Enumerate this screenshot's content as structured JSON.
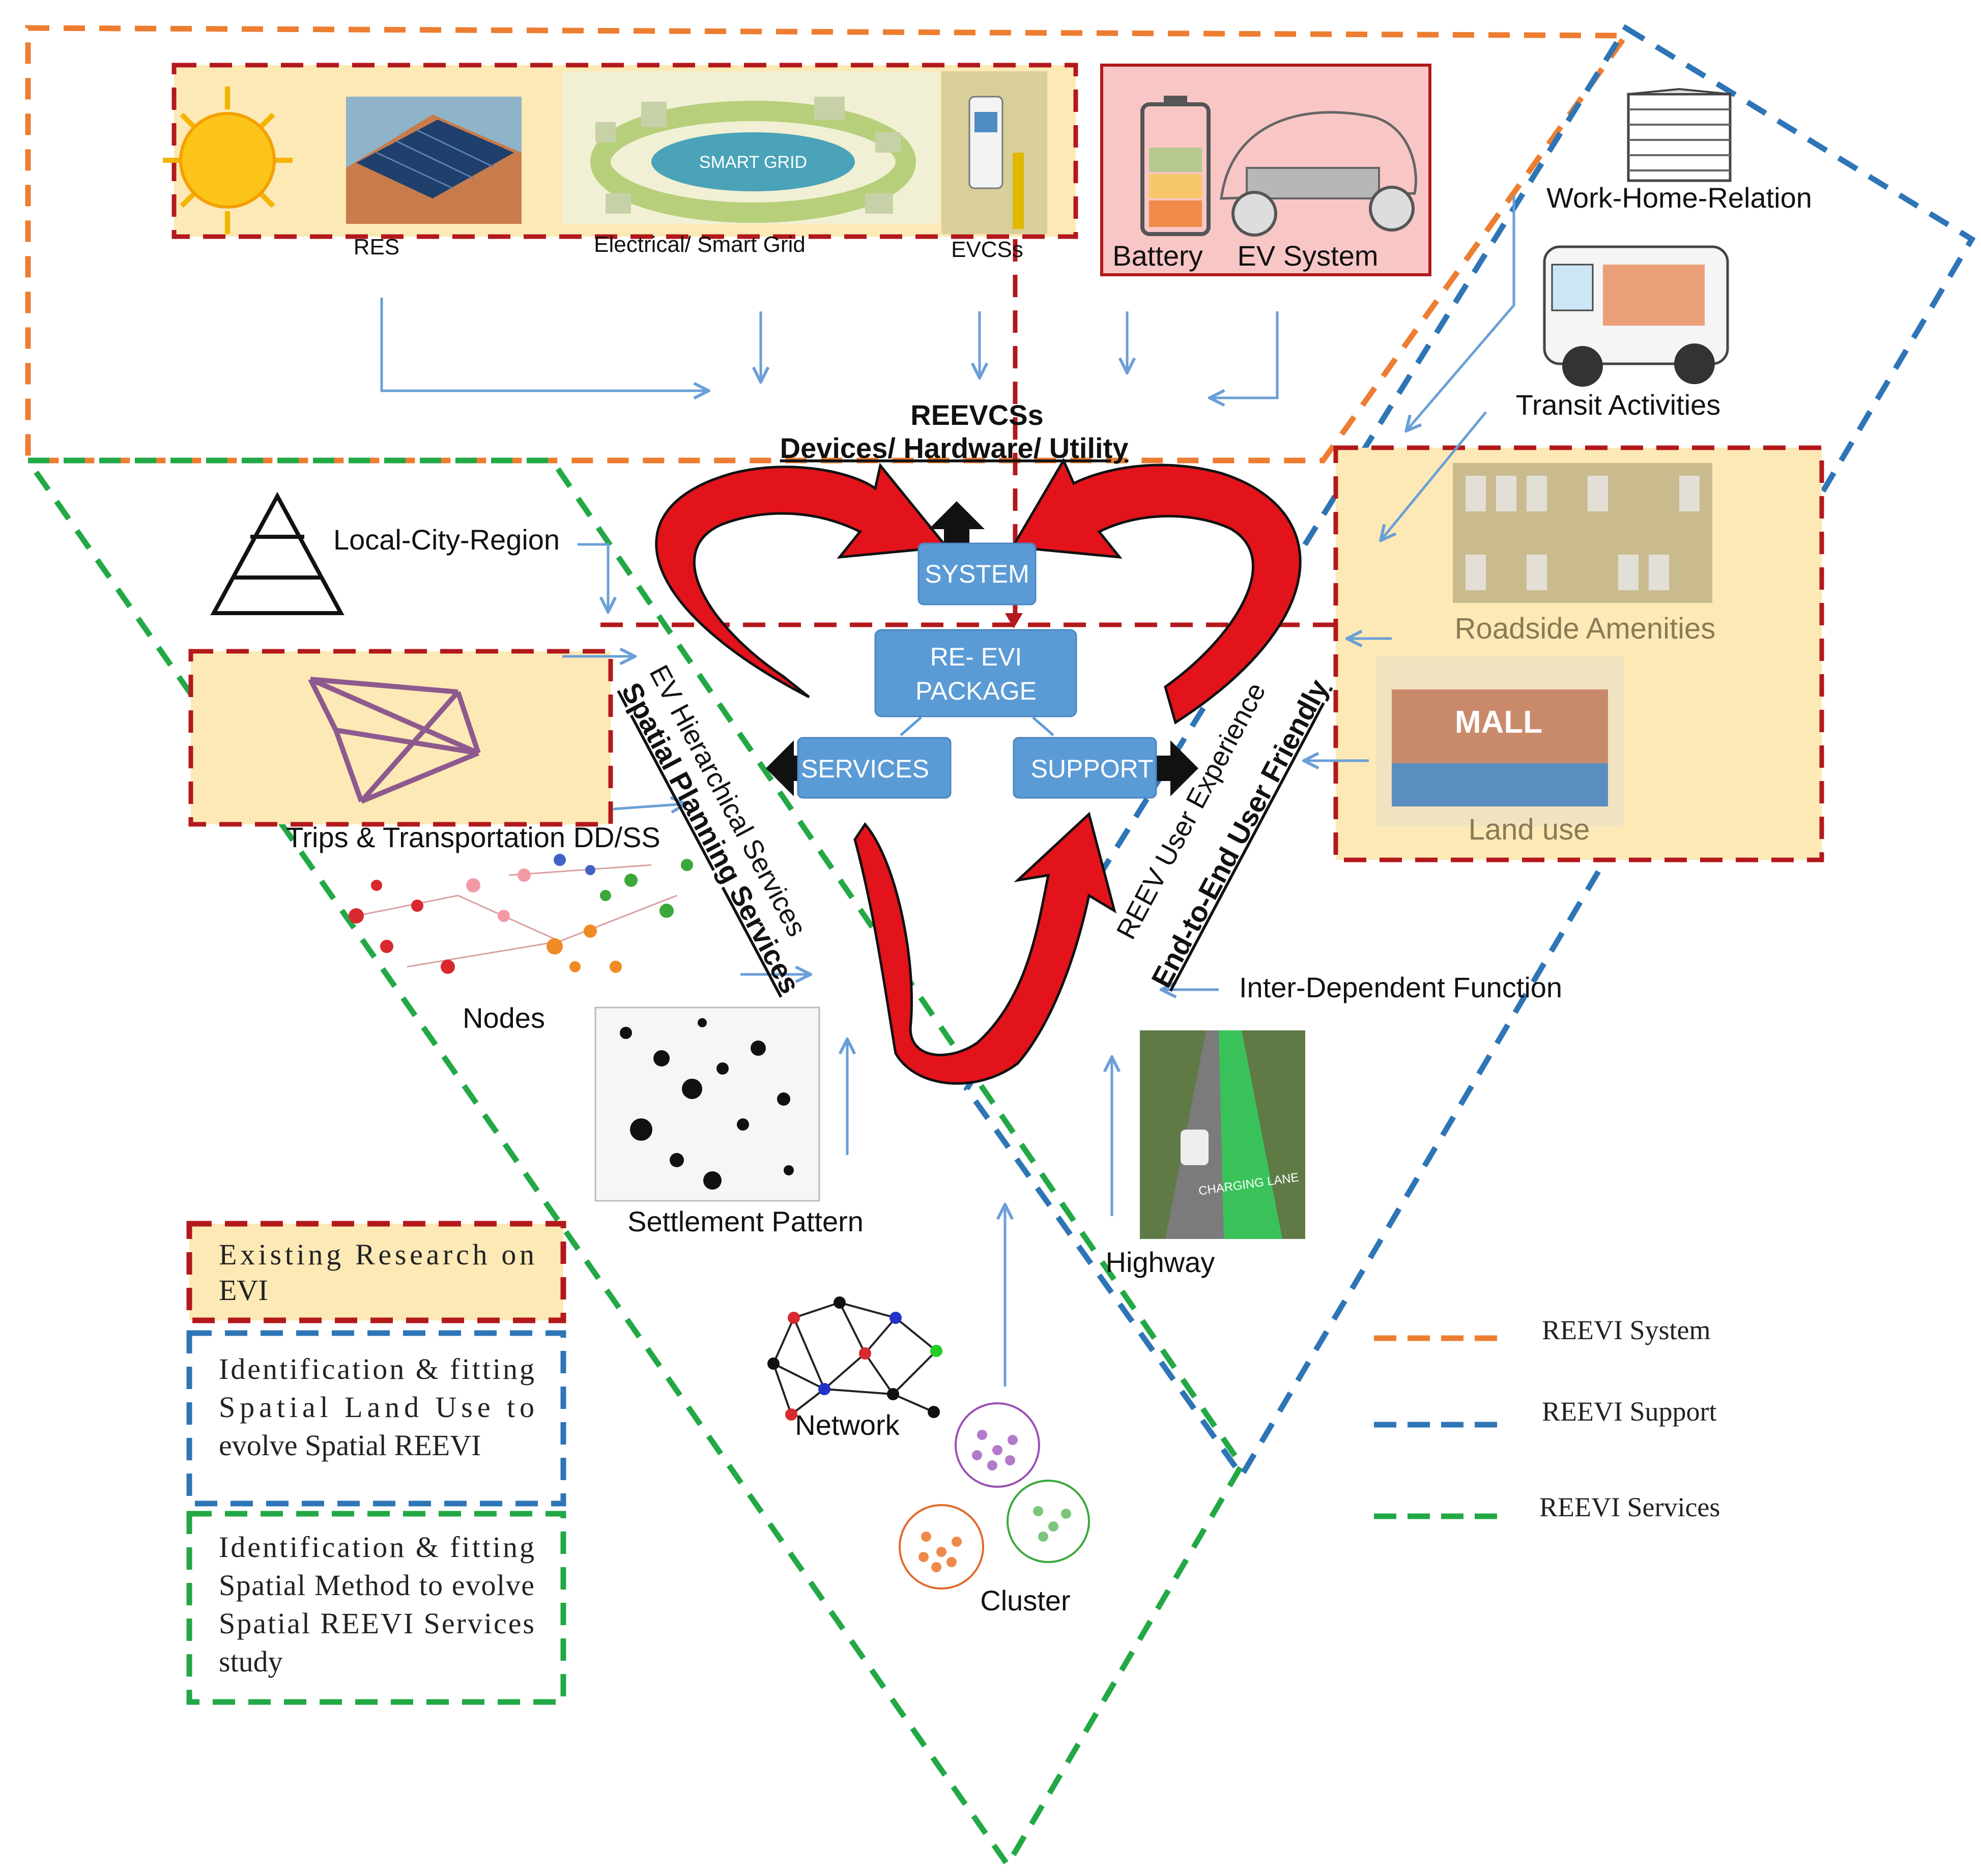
{
  "top_images": {
    "res": "RES",
    "grid": "Electrical/ Smart Grid",
    "grid_center": "SMART GRID",
    "evcs": "EVCSs",
    "battery": "Battery",
    "ev_system": "EV System"
  },
  "center": {
    "title_line1": "REEVCSs",
    "title_line2": "Devices/ Hardware/ Utility",
    "system": "SYSTEM",
    "package_line1": "RE- EVI",
    "package_line2": "PACKAGE",
    "services": "SERVICES",
    "support": "SUPPORT"
  },
  "left_side": {
    "pyramid_label": "Local-City-Region",
    "trips_label": "Trips & Transportation DD/SS",
    "nodes_label": "Nodes",
    "settlement_label": "Settlement Pattern",
    "network_label": "Network",
    "cluster_label": "Cluster",
    "ev_hier_label": "EV Hierarchical Services",
    "spatial_planning_label": "Spatial Planning Services"
  },
  "right_side": {
    "work_home": "Work-Home-Relation",
    "transit": "Transit Activities",
    "roadside": "Roadside Amenities",
    "mall_sign": "MALL",
    "land_use": "Land use",
    "interdependent": "Inter-Dependent Function",
    "highway": "Highway",
    "highway_lane": "CHARGING LANE",
    "reev_ux": "REEV User Experience",
    "e2e": "End-to-End User Friendly"
  },
  "left_boxes": {
    "existing": [
      "Existing Research on",
      "EVI"
    ],
    "support": [
      "Identification & fitting",
      "Spatial Land Use to",
      "evolve Spatial REEVI"
    ],
    "services": [
      "Identification & fitting",
      "Spatial Method to evolve",
      "Spatial REEVI Services",
      "study"
    ]
  },
  "legend": [
    {
      "label": "REEVI System",
      "color": "#ed7d31"
    },
    {
      "label": "REEVI Support",
      "color": "#2e75b6"
    },
    {
      "label": "REEVI Services",
      "color": "#22a845"
    }
  ],
  "colors": {
    "system_orange": "#ed7d31",
    "support_blue": "#2e75b6",
    "services_green": "#22a845",
    "research_red": "#b3191c",
    "node_blue": "#5b9bd5",
    "arrow_red": "#e3131b",
    "box_fill": "#fde9b6",
    "battery_fill": "#f9c6c6"
  }
}
